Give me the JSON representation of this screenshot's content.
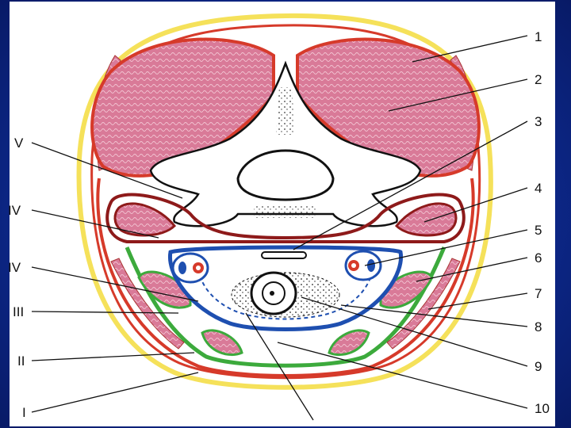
{
  "diagram": {
    "right_labels": [
      "1",
      "2",
      "3",
      "4",
      "5",
      "6",
      "7",
      "8",
      "9",
      "10"
    ],
    "left_labels": [
      "V",
      "IV",
      "IV",
      "III",
      "II",
      "I"
    ],
    "colors": {
      "background": "#0d2a8f",
      "skin_layer": "#f5e15a",
      "fascia_red": "#d63a2a",
      "fascia_darkred": "#8e1a1a",
      "fascia_blue": "#1e4fb0",
      "fascia_green": "#3caa3c",
      "muscle": "#d97a98"
    }
  }
}
